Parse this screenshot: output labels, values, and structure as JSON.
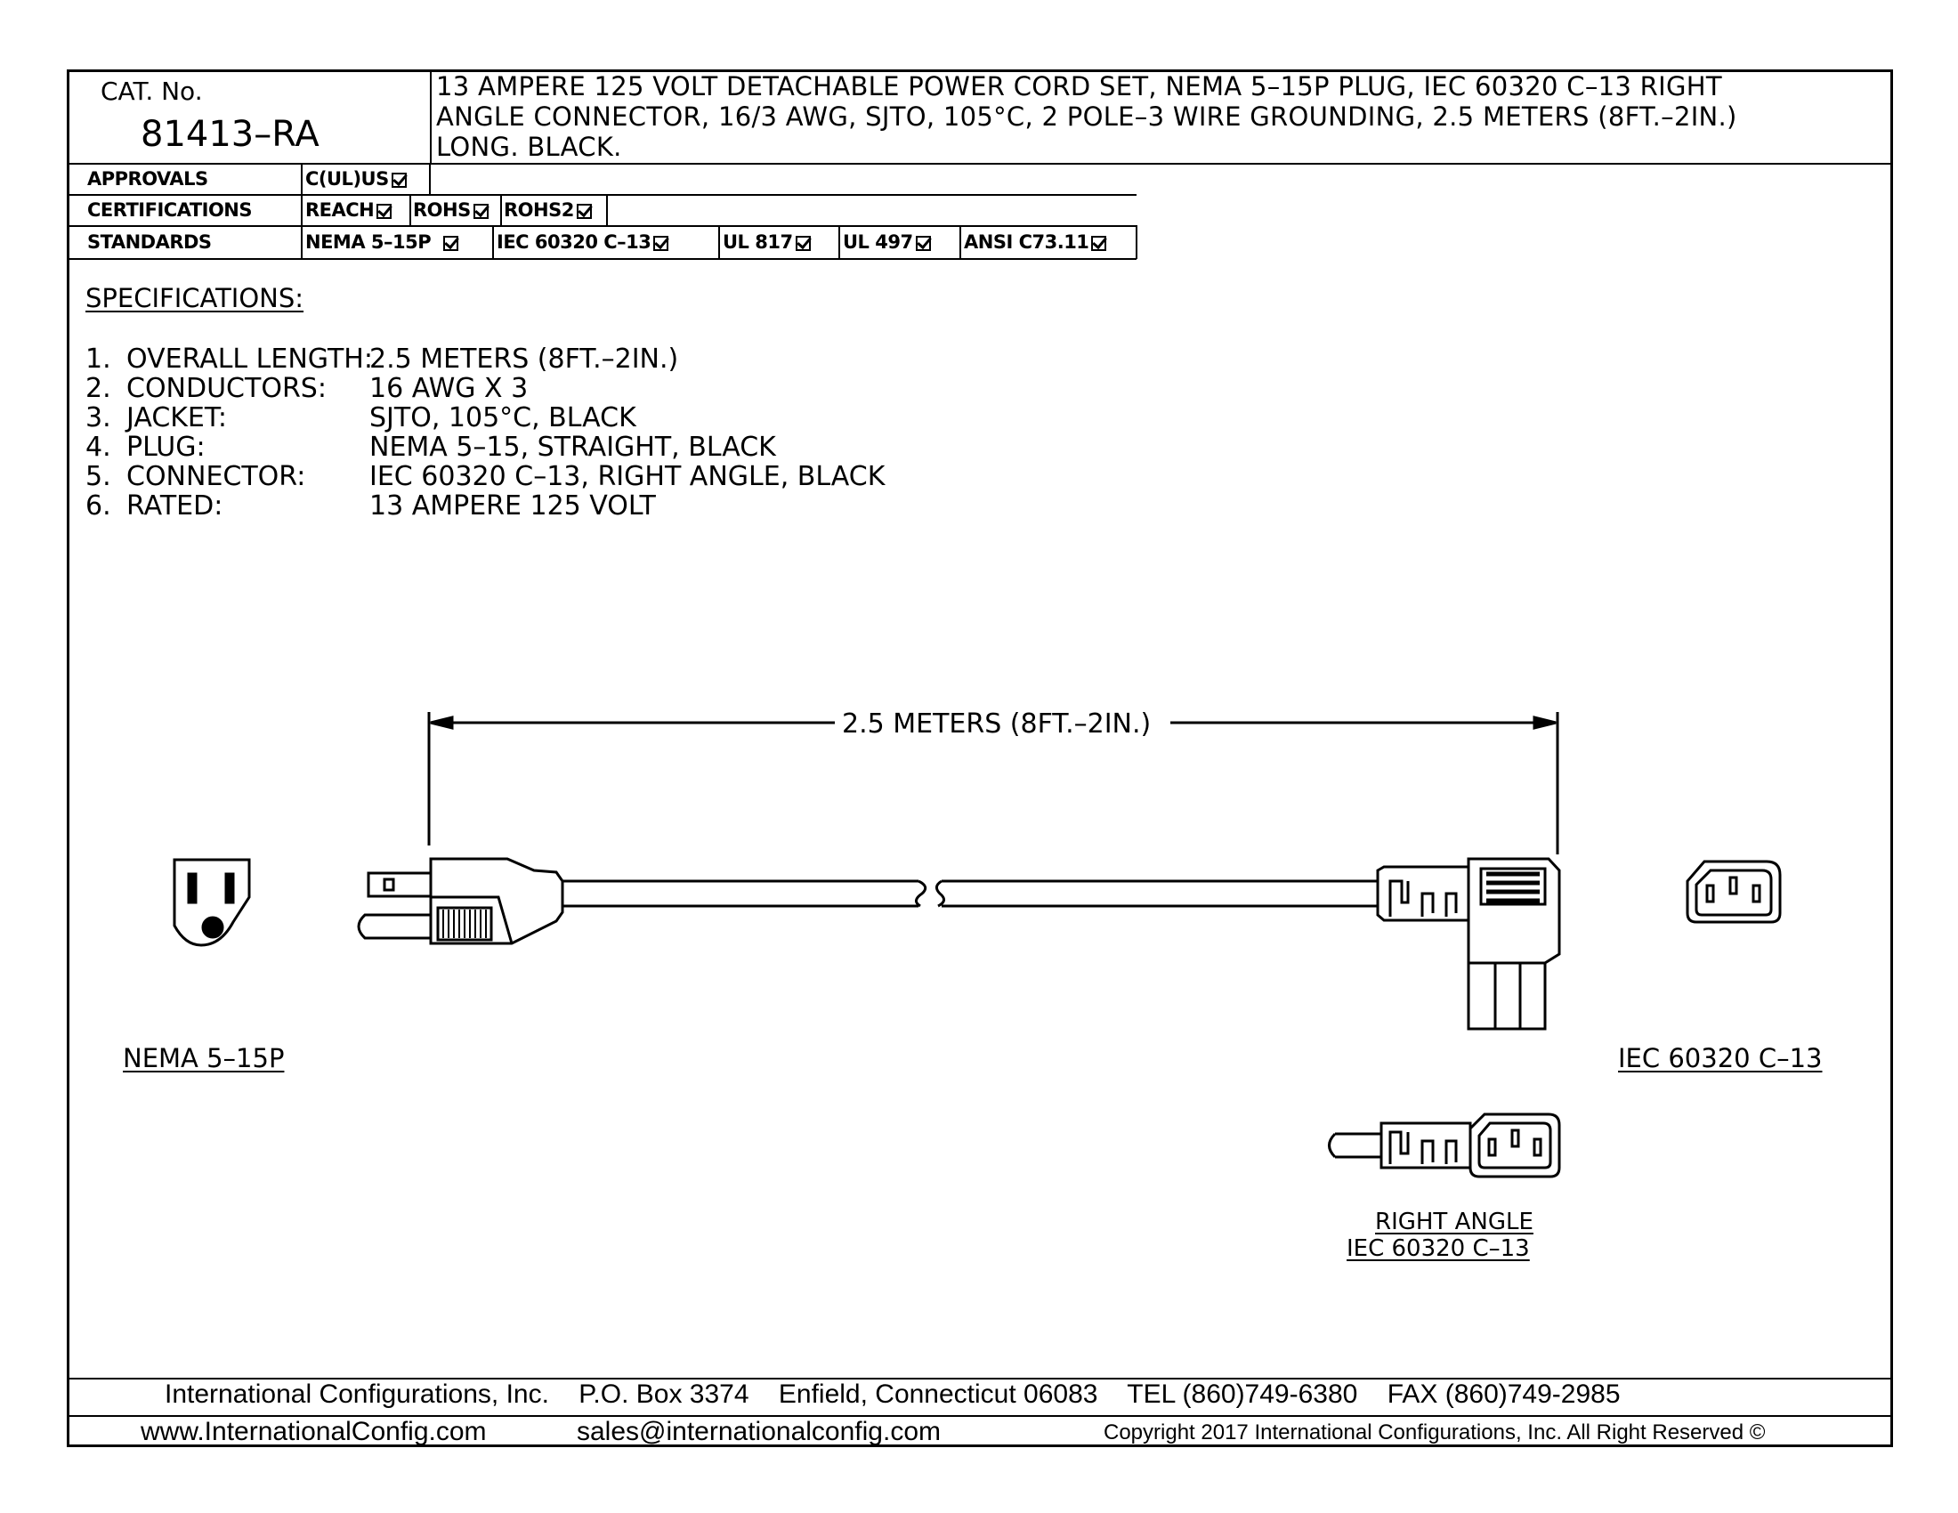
{
  "header": {
    "cat_label": "CAT. No.",
    "cat_number": "81413–RA",
    "description_lines": [
      "13 AMPERE 125 VOLT DETACHABLE POWER CORD SET, NEMA 5–15P PLUG, IEC 60320 C–13 RIGHT",
      "ANGLE CONNECTOR, 16/3 AWG, SJTO, 105°C, 2 POLE–3 WIRE GROUNDING, 2.5 METERS (8FT.–2IN.)",
      "LONG. BLACK."
    ]
  },
  "approvals": {
    "label": "APPROVALS",
    "items": [
      "C(UL)US"
    ]
  },
  "certifications": {
    "label": "CERTIFICATIONS",
    "items": [
      "REACH",
      "ROHS",
      "ROHS2"
    ]
  },
  "standards": {
    "label": "STANDARDS",
    "items": [
      "NEMA 5–15P",
      "IEC 60320 C–13",
      "UL 817",
      "UL 497",
      "ANSI C73.11"
    ]
  },
  "specifications": {
    "heading": "SPECIFICATIONS:",
    "items": [
      {
        "num": "1.",
        "label": "OVERALL LENGTH:",
        "value": "2.5 METERS (8FT.–2IN.)"
      },
      {
        "num": "2.",
        "label": "CONDUCTORS:",
        "value": "16 AWG X 3"
      },
      {
        "num": "3.",
        "label": "JACKET:",
        "value": "SJTO, 105°C, BLACK"
      },
      {
        "num": "4.",
        "label": "PLUG:",
        "value": "NEMA 5–15, STRAIGHT, BLACK"
      },
      {
        "num": "5.",
        "label": "CONNECTOR:",
        "value": "IEC 60320 C–13, RIGHT ANGLE, BLACK"
      },
      {
        "num": "6.",
        "label": "RATED:",
        "value": "13 AMPERE 125 VOLT"
      }
    ]
  },
  "drawing": {
    "dimension_label": "2.5 METERS (8FT.–2IN.)",
    "plug_face_label": "NEMA 5–15P",
    "connector_face_label": "IEC 60320 C–13",
    "right_angle_label_1": "RIGHT ANGLE",
    "right_angle_label_2": "IEC 60320 C–13"
  },
  "footer": {
    "company": "International Configurations, Inc.",
    "po_box": "P.O. Box 3374",
    "city": "Enfield, Connecticut 06083",
    "tel": "TEL (860)749-6380",
    "fax": "FAX (860)749-2985",
    "website": "www.InternationalConfig.com",
    "email": "sales@internationalconfig.com",
    "copyright": "Copyright 2017 International Configurations, Inc. All Right Reserved ©"
  }
}
